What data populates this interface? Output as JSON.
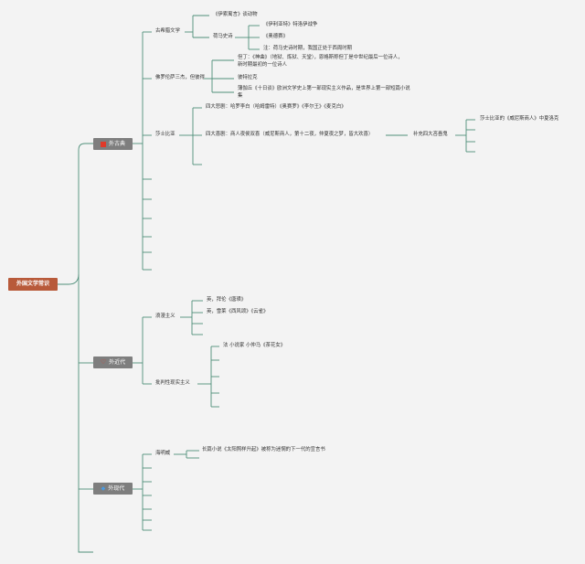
{
  "root": "外国文学常识",
  "sections": [
    {
      "label": "外古典",
      "icon": "red-square-icon",
      "color": "#e03a2a"
    },
    {
      "label": "外近代",
      "icon": "heart-icon",
      "color": "#d83a2a"
    },
    {
      "label": "外现代",
      "icon": "gem-icon",
      "color": "#3a8ad8"
    }
  ],
  "classical": {
    "greek": "古希腊文学",
    "aesop": "《伊索寓言》谈动物",
    "homer": "荷马史诗",
    "iliad": "《伊利亚特》特洛伊战争",
    "odyssey": "《奥德赛》",
    "homer_note": "注：荷马史诗时期，我国正处于西周时期",
    "renaissance": "佛罗伦萨三杰，但彼得",
    "dante_1": "但丁：《神曲》（地狱、炼狱、天堂），恩格斯称但丁是中世纪最后一位诗人，",
    "dante_2": "新时期最初的一位诗人",
    "petrarch": "彼特拉克",
    "boccaccio_1": "薄伽丘《十日谈》欧洲文学史上第一部现实主义作品，是世界上第一部短篇小说",
    "boccaccio_2": "集",
    "shakespeare": "莎士比亚",
    "tragedies": "四大悲剧：哈罗李白（哈姆雷特）《奥赛罗》《李尔王》《麦克白》",
    "comedies": "四大喜剧：商人夜侯双喜（威尼斯商人，第十二夜，仲夏夜之梦，皆大欢喜）",
    "supplement": "补充四大吝啬鬼",
    "shylock": "莎士比亚的《威尼斯商人》中夏洛克"
  },
  "modern": {
    "romanticism": "浪漫主义",
    "byron": "英，拜伦《唐璜》",
    "shelley": "英，雪莱《西风颂》《云雀》",
    "realism": "批判性现实主义",
    "dumas": "法 小说家 小仲马《茶花女》"
  },
  "contemporary": {
    "hemingway": "海明威",
    "sunrises": "长篇小说《太阳照样升起》被称为迷惘的下一代的宣言书"
  }
}
